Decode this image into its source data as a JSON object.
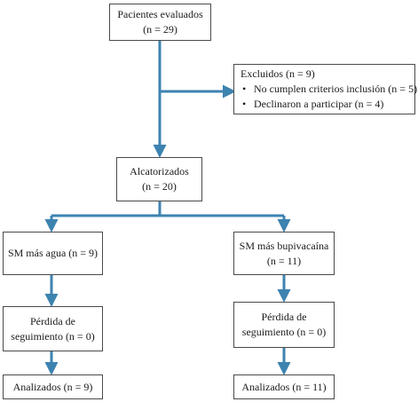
{
  "colors": {
    "arrow": "#3d83b0",
    "border": "#4a4a4a",
    "text": "#1a1a1a"
  },
  "evaluated": {
    "line1": "Pacientes evaluados",
    "line2": "(n = 29)"
  },
  "excluded": {
    "title": "Excluidos (n = 9)",
    "items": [
      "No cumplen criterios inclusión (n = 5)",
      "Declinaron a participar (n = 4)"
    ]
  },
  "randomized": {
    "line1": "Alcatorizados",
    "line2": "(n = 20)"
  },
  "left_arm": {
    "group": "SM más agua (n = 9)",
    "loss_line1": "Pérdida de",
    "loss_line2": "seguimiento (n = 0)",
    "analyzed": "Analizados (n = 9)"
  },
  "right_arm": {
    "group_line1": "SM más bupivacaína",
    "group_line2": "(n = 11)",
    "loss_line1": "Pérdida de",
    "loss_line2": "seguimiento (n = 0)",
    "analyzed": "Analizados (n = 11)"
  }
}
